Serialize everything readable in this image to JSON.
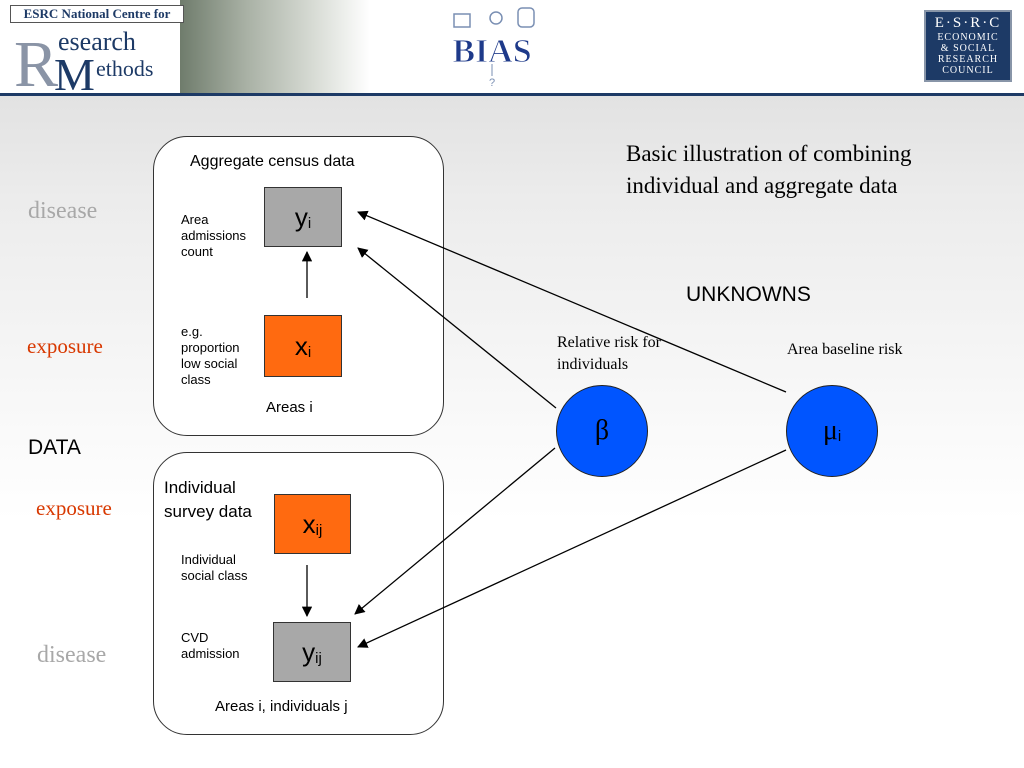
{
  "header": {
    "ncrm_label": "ESRC National Centre for",
    "ncrm_logo": {
      "big_r": "R",
      "line1": "esearch",
      "big_m": "M",
      "line2": "ethods"
    },
    "bias_logo": "BIAS",
    "bias_question": "?",
    "esrc_logo": {
      "line1": "E·S·R·C",
      "line2": "ECONOMIC",
      "line3": "& SOCIAL",
      "line4": "RESEARCH",
      "line5": "COUNCIL"
    }
  },
  "title": "Basic illustration of combining individual and aggregate data",
  "side_labels": {
    "disease_top": "disease",
    "exposure_top": "exposure",
    "data": "DATA",
    "exposure_bottom": "exposure",
    "disease_bottom": "disease"
  },
  "aggregate": {
    "heading": "Aggregate census data",
    "y_box": {
      "symbol": "y",
      "sub": "i"
    },
    "y_desc": "Area admissions count",
    "x_box": {
      "symbol": "x",
      "sub": "i"
    },
    "x_desc": "e.g. proportion low social class",
    "footer": "Areas i"
  },
  "individual": {
    "heading": "Individual survey data",
    "x_box": {
      "symbol": "x",
      "sub": "ij"
    },
    "x_desc": "Individual social class",
    "y_box": {
      "symbol": "y",
      "sub": "ij"
    },
    "y_desc": "CVD admission",
    "footer": "Areas i, individuals j"
  },
  "unknowns": {
    "heading": "UNKNOWNS",
    "beta_label": "Relative risk for individuals",
    "beta_symbol": "β",
    "mu_label": "Area baseline risk",
    "mu_symbol": "μ",
    "mu_sub": "i"
  },
  "colors": {
    "orange_box": "#ff6a10",
    "grey_box": "#a8a8a8",
    "circle": "#0055ff",
    "header_rule": "#1d3a66",
    "exposure_text": "#d83800",
    "disease_text": "#a8a8a8"
  }
}
